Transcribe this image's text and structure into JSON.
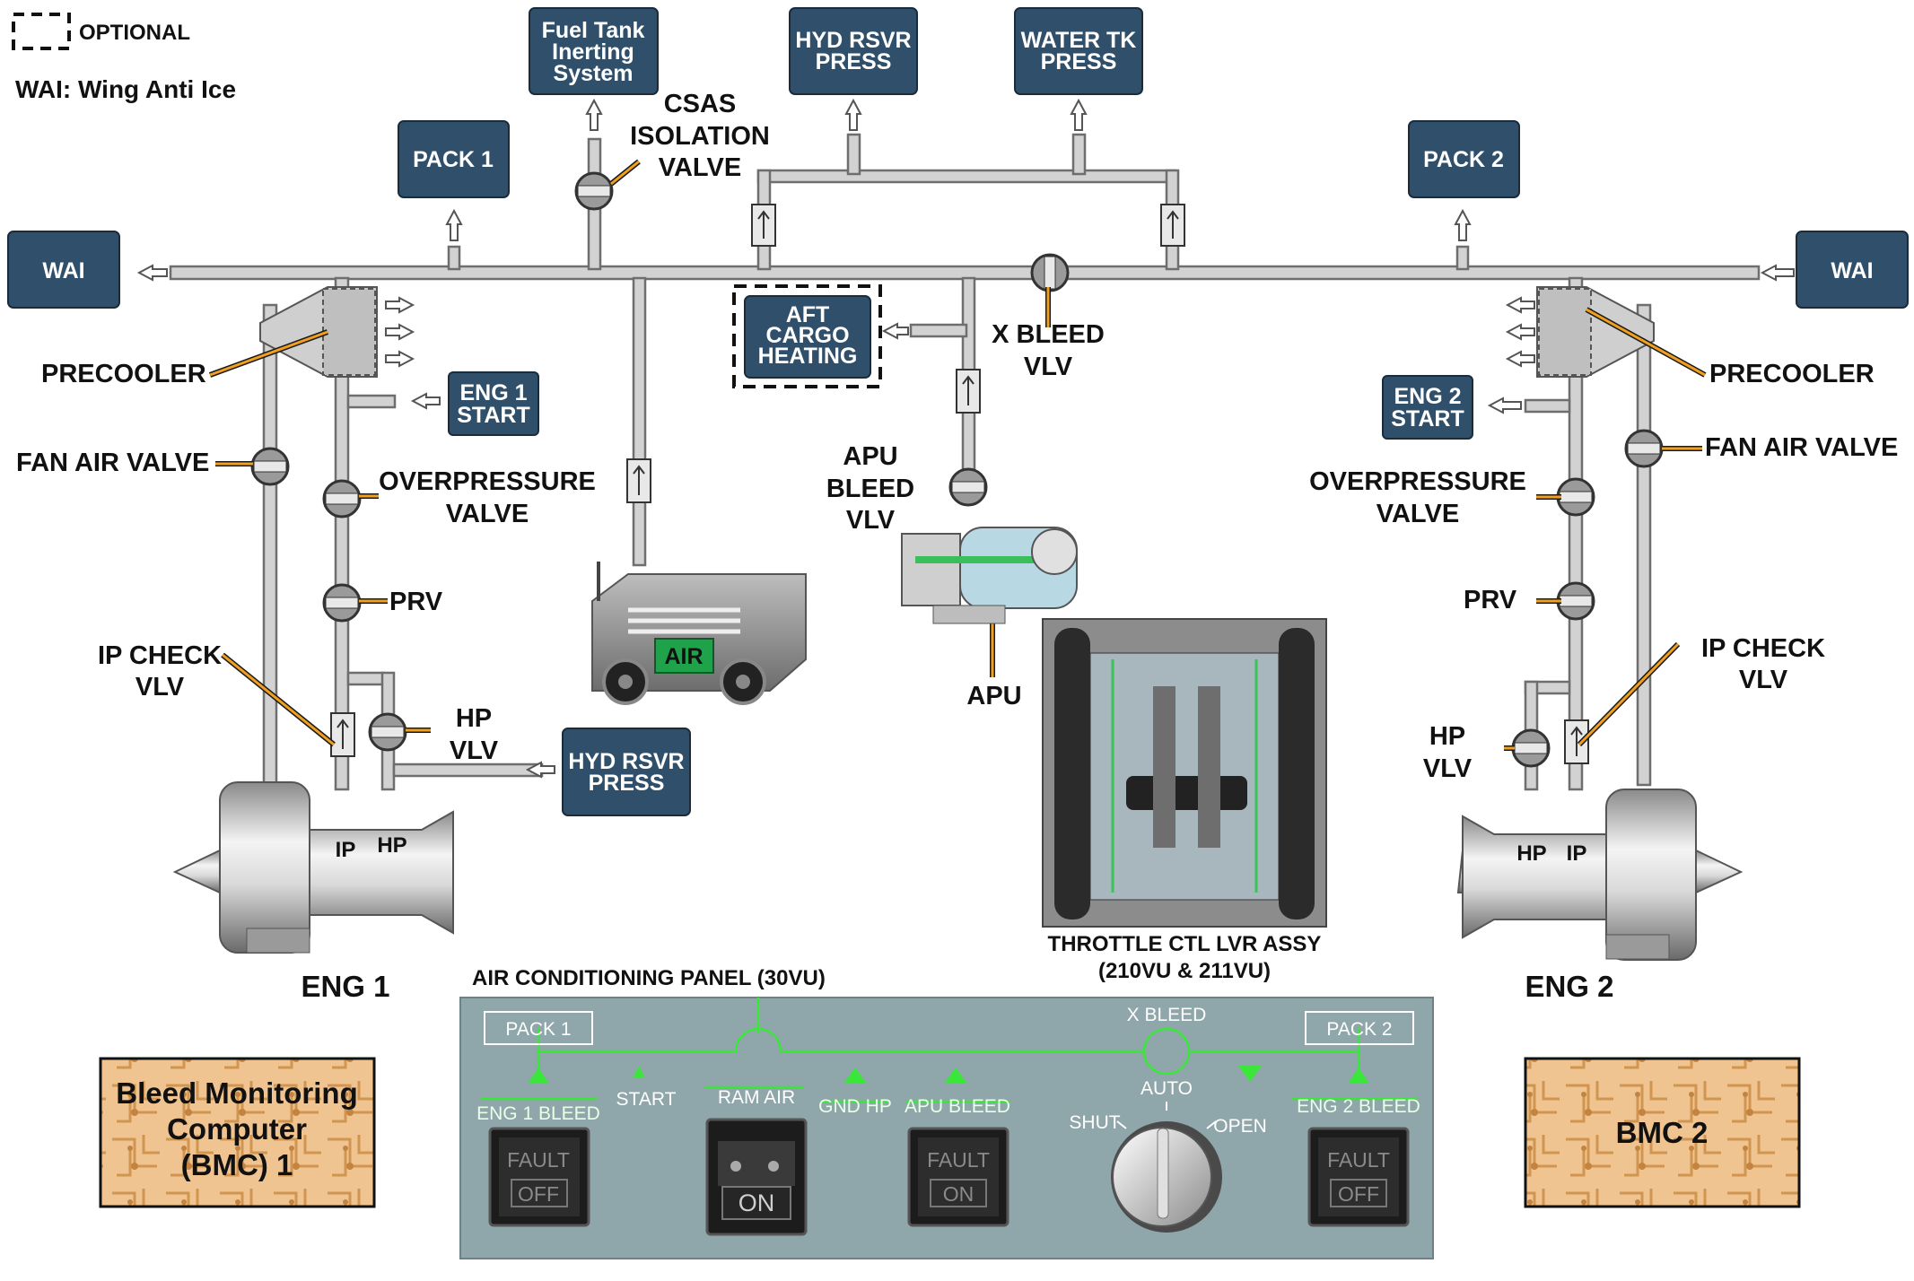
{
  "legend": {
    "optional_label": "OPTIONAL",
    "wai_note": "WAI: Wing Anti Ice"
  },
  "boxes": {
    "fuel_tank_inerting": [
      "Fuel Tank",
      "Inerting",
      "System"
    ],
    "hyd_rsvr_press_top": [
      "HYD RSVR",
      "PRESS"
    ],
    "water_tk_press": [
      "WATER TK",
      "PRESS"
    ],
    "pack1": "PACK 1",
    "pack2": "PACK 2",
    "wai_left": "WAI",
    "wai_right": "WAI",
    "aft_cargo_heating": [
      "AFT",
      "CARGO",
      "HEATING"
    ],
    "eng1_start": [
      "ENG 1",
      "START"
    ],
    "eng2_start": [
      "ENG 2",
      "START"
    ],
    "hyd_rsvr_press_low": [
      "HYD RSVR",
      "PRESS"
    ],
    "air_cart": "AIR"
  },
  "labels": {
    "csas": [
      "CSAS",
      "ISOLATION",
      "VALVE"
    ],
    "x_bleed_vlv": [
      "X BLEED",
      "VLV"
    ],
    "precooler_left": "PRECOOLER",
    "precooler_right": "PRECOOLER",
    "fan_air_valve_left": "FAN AIR VALVE",
    "fan_air_valve_right": "FAN AIR VALVE",
    "overpressure_left": [
      "OVERPRESSURE",
      "VALVE"
    ],
    "overpressure_right": [
      "OVERPRESSURE",
      "VALVE"
    ],
    "prv_left": "PRV",
    "prv_right": "PRV",
    "ip_check_left": [
      "IP CHECK",
      "VLV"
    ],
    "ip_check_right": [
      "IP CHECK",
      "VLV"
    ],
    "hp_vlv_left": [
      "HP",
      "VLV"
    ],
    "hp_vlv_right": [
      "HP",
      "VLV"
    ],
    "apu_bleed_vlv": [
      "APU",
      "BLEED",
      "VLV"
    ],
    "apu": "APU",
    "ip_left": "IP",
    "hp_left": "HP",
    "hp_right": "HP",
    "ip_right": "IP",
    "eng1": "ENG 1",
    "eng2": "ENG 2",
    "throttle": [
      "THROTTLE CTL LVR ASSY",
      "(210VU & 211VU)"
    ],
    "ac_panel_title": "AIR CONDITIONING PANEL (30VU)"
  },
  "panel": {
    "pack1": "PACK 1",
    "pack2": "PACK 2",
    "x_bleed": "X BLEED",
    "eng1_bleed": "ENG 1 BLEED",
    "start": "START",
    "ram_air": "RAM AIR",
    "gnd_hp": "GND HP",
    "apu_bleed": "APU BLEED",
    "eng2_bleed": "ENG 2 BLEED",
    "auto": "AUTO",
    "shut": "SHUT",
    "open": "OPEN",
    "eng1_btn": {
      "top": "FAULT",
      "bottom": "OFF"
    },
    "ram_btn": {
      "bottom": "ON"
    },
    "apu_btn": {
      "top": "FAULT",
      "bottom": "ON"
    },
    "eng2_btn": {
      "top": "FAULT",
      "bottom": "OFF"
    }
  },
  "computers": {
    "bmc1": [
      "Bleed Monitoring",
      "Computer",
      "(BMC) 1"
    ],
    "bmc2": "BMC 2"
  },
  "colors": {
    "box_fill": "#2f4f6b",
    "duct_fill": "#d2d2d2",
    "duct_edge": "#6e6e6e",
    "panel_bg": "#8fa6ab",
    "panel_green": "#39e639",
    "leader": "#f0a01e",
    "bmc_fill": "#f3c596"
  }
}
